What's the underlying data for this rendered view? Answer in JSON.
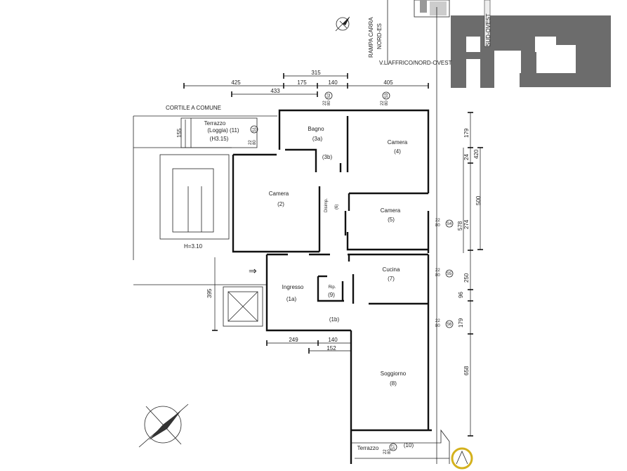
{
  "top_labels": {
    "rampa": "RAMPA CARRA",
    "nord_es": "NORD-ES",
    "sud_ovest": "SUD-OVEST",
    "viale": "V.L'AFFRICO/NORD-OVEST",
    "cortile": "CORTILE A COMUNE"
  },
  "rooms": {
    "terrazzo_loggia": {
      "name": "Terrazzo",
      "sub": "(Loggia) (11)",
      "height": "(H3.15)"
    },
    "bagno": {
      "name": "Bagno",
      "code": "(3a)"
    },
    "bagno_b": {
      "code": "(3b)"
    },
    "camera4": {
      "name": "Camera",
      "code": "(4)"
    },
    "camera2": {
      "name": "Camera",
      "code": "(2)"
    },
    "disimp": {
      "name": "Disimp.",
      "code": "(6)"
    },
    "camera5": {
      "name": "Camera",
      "code": "(5)"
    },
    "cucina": {
      "name": "Cucina",
      "code": "(7)"
    },
    "ingresso": {
      "name": "Ingresso",
      "code": "(1a)"
    },
    "rip": {
      "name": "Rip.",
      "code": "(9)"
    },
    "ingresso_b": {
      "code": "(1b)"
    },
    "soggiorno": {
      "name": "Soggiorno",
      "code": "(8)"
    },
    "terrazzo10": {
      "name": "Terrazzo",
      "code": "(10)"
    }
  },
  "stair_height": "H=3.10",
  "entry_arrow": "⇒",
  "dimensions": {
    "top_315": "315",
    "top_425": "425",
    "top_175": "175",
    "top_140": "140",
    "top_405": "405",
    "top_433": "433",
    "left_155": "155",
    "left_395": "395",
    "mid_249": "249",
    "mid_140": "140",
    "mid_152": "152",
    "r_179": "179",
    "r_420": "420",
    "r_24": "24",
    "r_500": "500",
    "r_578": "578",
    "r_274": "274",
    "r_250": "250",
    "r_96": "96",
    "r_179b": "179",
    "r_658": "658"
  },
  "windows": {
    "w1": {
      "a": "22",
      "b": "80",
      "tag": "S1"
    },
    "w2": {
      "a": "22",
      "b": "80",
      "tag": "S2"
    },
    "w3": {
      "a": "22",
      "b": "80",
      "tag": "S3"
    },
    "w4": {
      "a": "22",
      "b": "80",
      "tag": "S4"
    },
    "w5": {
      "a": "22",
      "b": "80",
      "tag": "S5"
    },
    "w6": {
      "a": "22",
      "b": "80",
      "tag": "S6"
    },
    "w7": {
      "a": "22",
      "b": "80",
      "tag": "S7"
    }
  }
}
